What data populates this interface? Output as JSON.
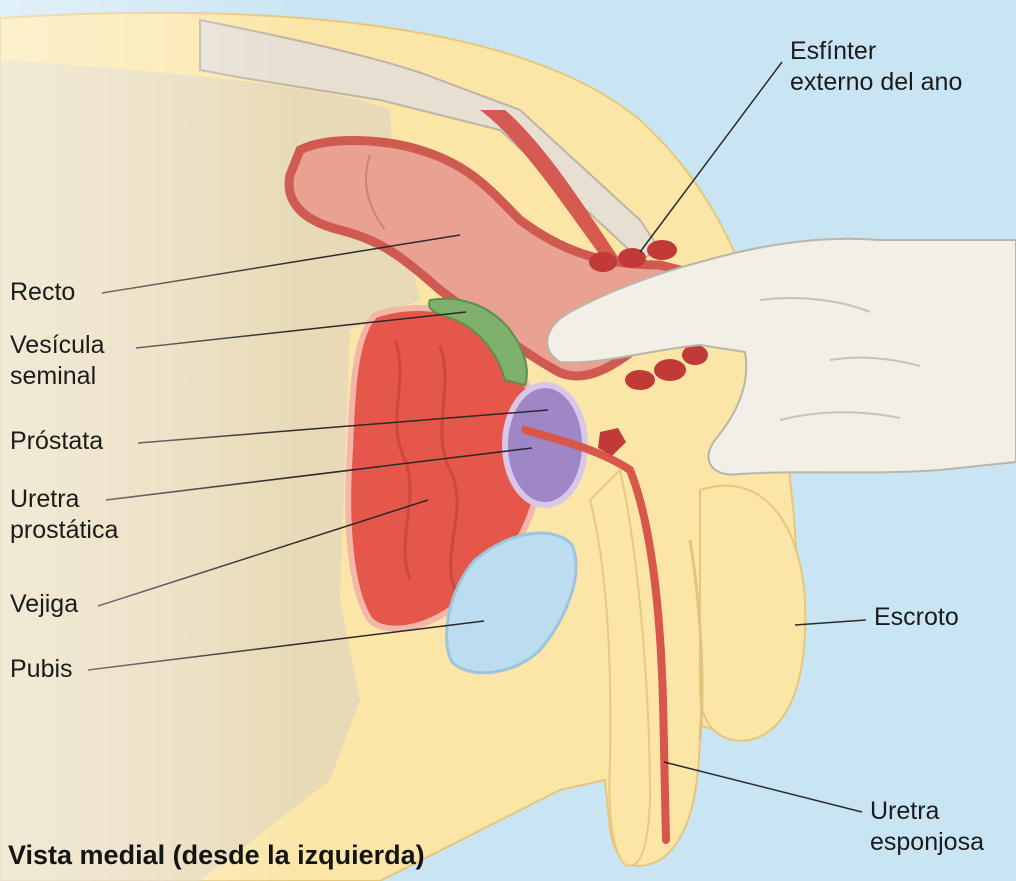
{
  "diagram": {
    "caption": "Vista medial (desde la izquierda)",
    "labels": {
      "esfinter": "Esfínter\nexterno del ano",
      "recto": "Recto",
      "vesicula": "Vesícula\nseminal",
      "prostata": "Próstata",
      "uretra_prostatica": "Uretra\nprostática",
      "vejiga": "Vejiga",
      "pubis": "Pubis",
      "escroto": "Escroto",
      "uretra_esponjosa": "Uretra\nesponjosa"
    }
  },
  "colors": {
    "background": "#c9e5f4",
    "body_tissue": "#fbe6a8",
    "rectum": "#e9a191",
    "rectum_wall": "#cf5a52",
    "bladder": "#e4574a",
    "seminal_vesicle": "#7fb06c",
    "prostate": "#9f86c4",
    "pubis": "#bcdcf0",
    "urethra": "#d8574a",
    "hand": "#f1efe6"
  }
}
